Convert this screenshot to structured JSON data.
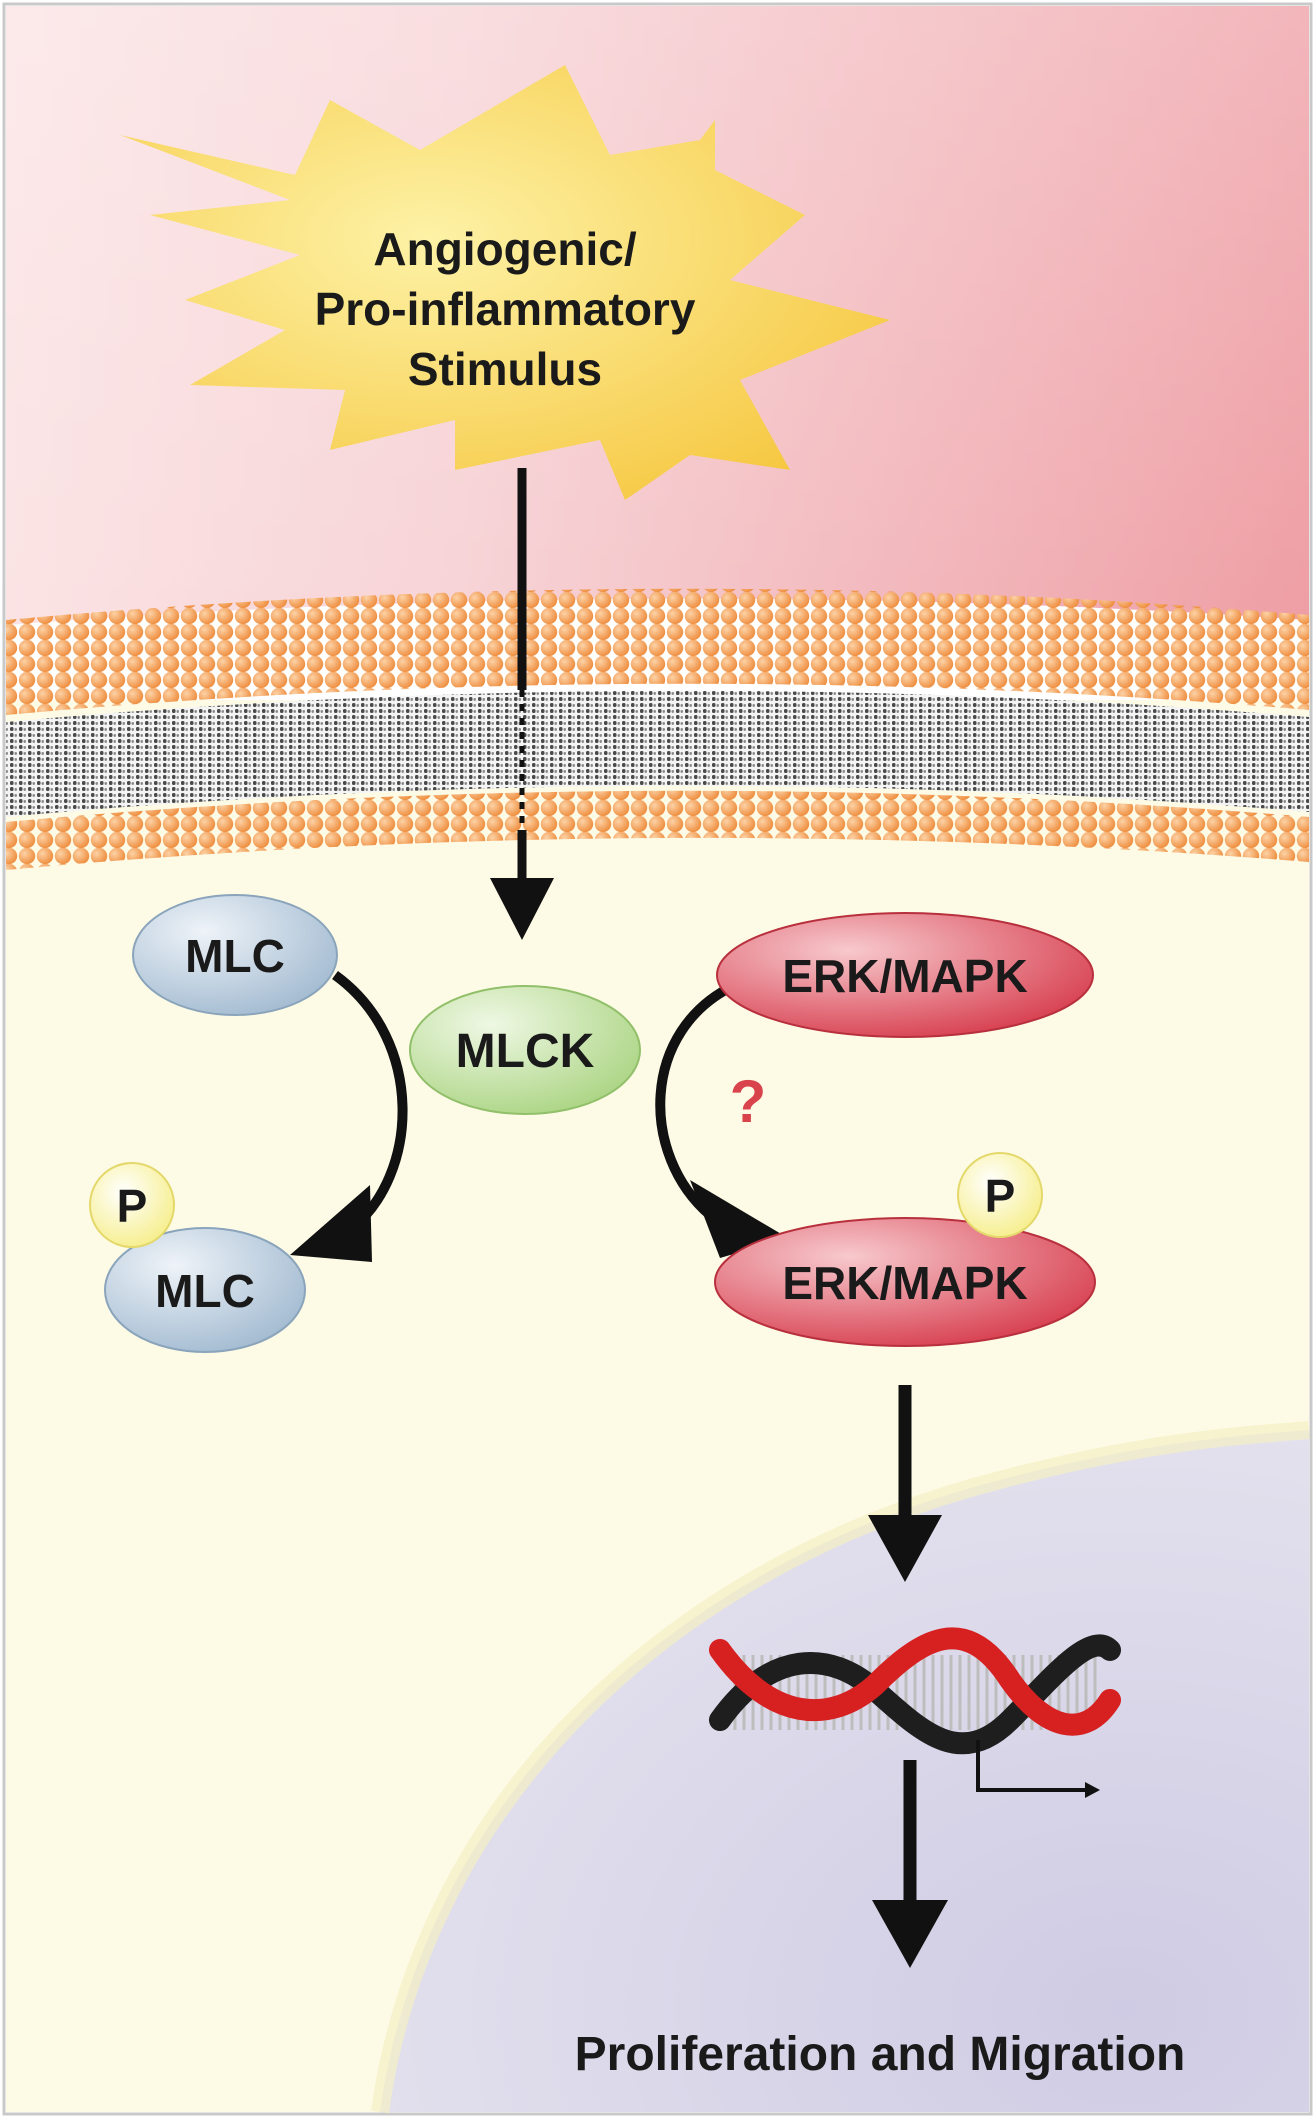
{
  "stimulus": {
    "line1": "Angiogenic/",
    "line2": "Pro-inflammatory",
    "line3": "Stimulus"
  },
  "nodes": {
    "mlc": "MLC",
    "mlck": "MLCK",
    "erk": "ERK/MAPK",
    "mlc_p": "MLC",
    "erk_p": "ERK/MAPK",
    "phospho": "P",
    "question": "?"
  },
  "outcome": "Proliferation and Migration",
  "colors": {
    "extracellular": "#f0a9ad",
    "cytoplasm": "#fdfbe6",
    "nucleus": "#d9d6ea",
    "lipid_head": "#f4a25b",
    "lipid_tail": "#555555",
    "burst": "#f9d84a",
    "mlc": "#b5cadc",
    "mlck": "#b9dc9a",
    "erk": "#d9424f",
    "phospho": "#fbf5a0",
    "question": "#d9434b",
    "dna_red": "#d72020",
    "dna_black": "#222222"
  }
}
